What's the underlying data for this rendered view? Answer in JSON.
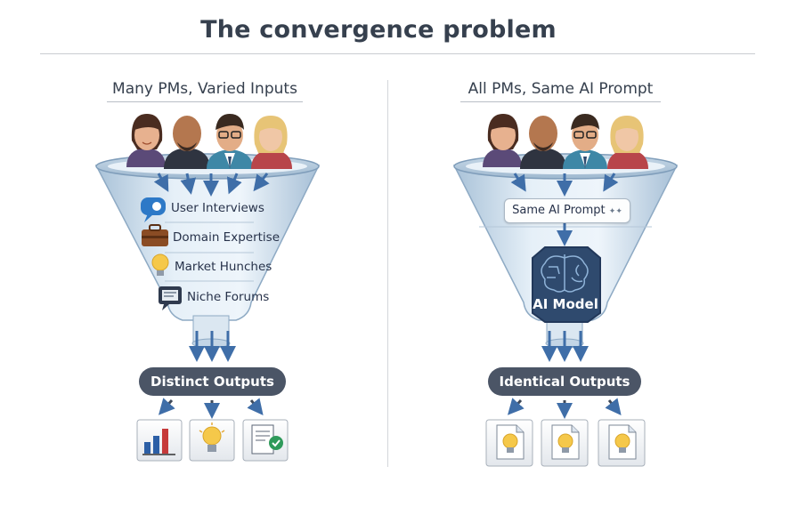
{
  "title": "The convergence problem",
  "left": {
    "heading": "Many PMs, Varied Inputs",
    "inputs": [
      "User Interviews",
      "Domain Expertise",
      "Market Hunches",
      "Niche Forums"
    ],
    "output_label": "Distinct Outputs",
    "output_icons": [
      "bar-chart-icon",
      "lightbulb-icon",
      "checklist-icon"
    ]
  },
  "right": {
    "heading": "All PMs, Same AI Prompt",
    "prompt_label": "Same AI Prompt",
    "model_label": "AI Model",
    "output_label": "Identical Outputs",
    "output_icons": [
      "lightbulb-document-icon",
      "lightbulb-document-icon",
      "lightbulb-document-icon"
    ]
  },
  "colors": {
    "arrow": "#3f6ea8",
    "pill": "#4b5566",
    "funnel": "#cfe0ee",
    "chip": "#2f4a6e"
  }
}
